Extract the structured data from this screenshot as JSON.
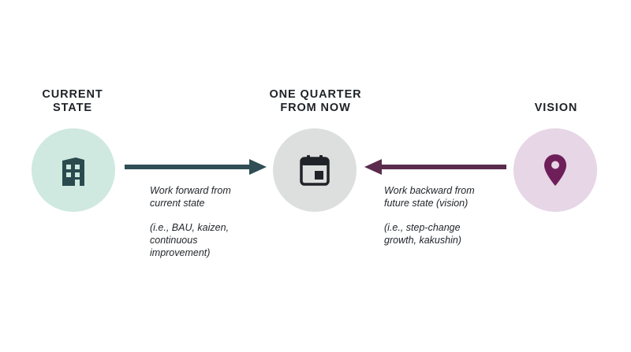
{
  "stages": {
    "current": {
      "heading": "CURRENT\nSTATE",
      "icon": "building-icon",
      "circle_color": "#cfe9e0",
      "icon_color": "#2a4a4e"
    },
    "quarter": {
      "heading": "ONE QUARTER\nFROM NOW",
      "icon": "calendar-icon",
      "circle_color": "#dddfde",
      "icon_color": "#1f2328"
    },
    "vision": {
      "heading": "VISION",
      "icon": "location-pin-icon",
      "circle_color": "#e6d6e6",
      "icon_color": "#6e1f5a"
    }
  },
  "arrows": {
    "forward": {
      "label": "Work forward from\ncurrent state",
      "examples": "(i.e., BAU, kaizen,\ncontinuous\nimprovement)",
      "color": "#2f4e55"
    },
    "backward": {
      "label": "Work backward from\nfuture state (vision)",
      "examples": "(i.e., step-change\ngrowth, kakushin)",
      "color": "#5a2b4c"
    }
  }
}
